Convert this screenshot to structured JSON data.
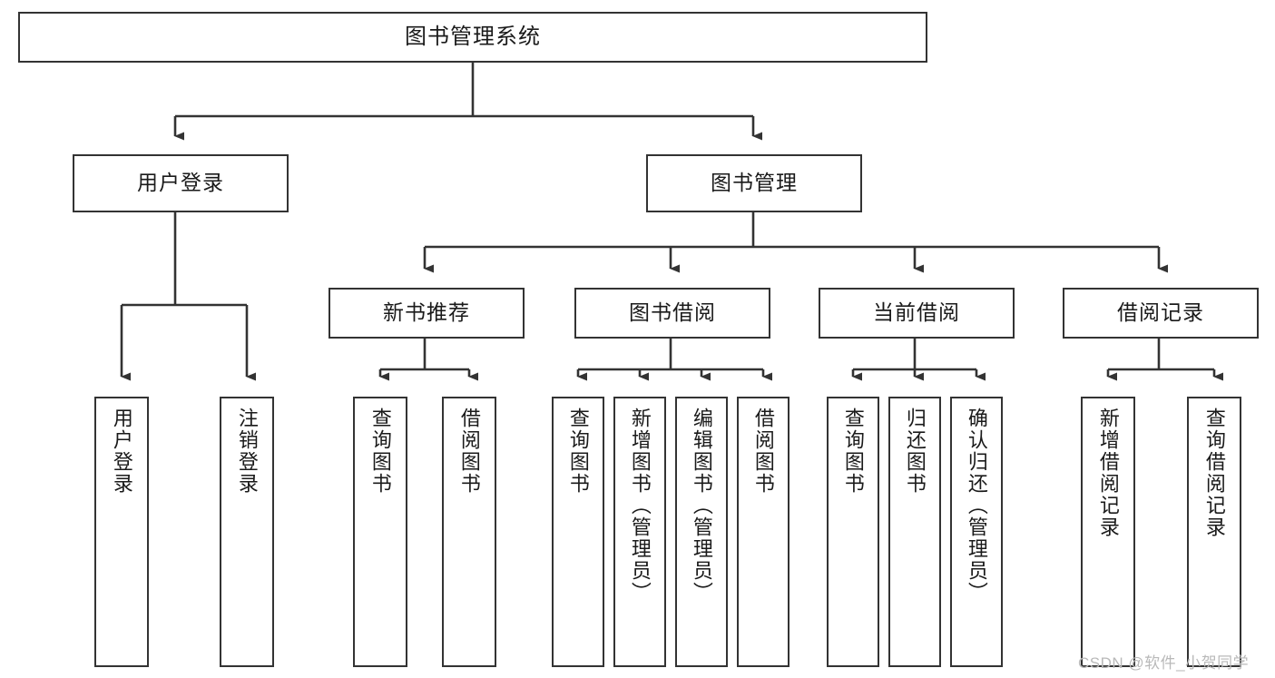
{
  "diagram": {
    "title": "图书管理系统",
    "type": "function-structure-tree",
    "orientation": "top-down",
    "box_border_color": "#333333",
    "box_fill_color": "#ffffff",
    "text_color": "#1a1a1a",
    "watermark": "CSDN @软件_小贺同学"
  },
  "nodes": {
    "root": {
      "label": "图书管理系统",
      "level": 0
    },
    "level1": [
      {
        "id": "user-login",
        "label": "用户登录"
      },
      {
        "id": "book-management",
        "label": "图书管理"
      }
    ],
    "level2": [
      {
        "id": "new-book-recommend",
        "label": "新书推荐",
        "parent": "book-management"
      },
      {
        "id": "book-borrow",
        "label": "图书借阅",
        "parent": "book-management"
      },
      {
        "id": "current-borrow",
        "label": "当前借阅",
        "parent": "book-management"
      },
      {
        "id": "borrow-record",
        "label": "借阅记录",
        "parent": "book-management"
      }
    ],
    "leaves": {
      "user-login": [
        {
          "id": "leaf-user-login",
          "label": "用户登录"
        },
        {
          "id": "leaf-user-logout",
          "label": "注销登录"
        }
      ],
      "new-book-recommend": [
        {
          "id": "leaf-query-book-1",
          "label": "查询图书"
        },
        {
          "id": "leaf-borrow-book-1",
          "label": "借阅图书"
        }
      ],
      "book-borrow": [
        {
          "id": "leaf-query-book-2",
          "label": "查询图书"
        },
        {
          "id": "leaf-add-book",
          "label": "新增图书（管理员）"
        },
        {
          "id": "leaf-edit-book",
          "label": "编辑图书（管理员）"
        },
        {
          "id": "leaf-borrow-book-2",
          "label": "借阅图书"
        }
      ],
      "current-borrow": [
        {
          "id": "leaf-query-book-3",
          "label": "查询图书"
        },
        {
          "id": "leaf-return-book",
          "label": "归还图书"
        },
        {
          "id": "leaf-confirm-return",
          "label": "确认归还（管理员）"
        }
      ],
      "borrow-record": [
        {
          "id": "leaf-add-record",
          "label": "新增借阅记录"
        },
        {
          "id": "leaf-query-record",
          "label": "查询借阅记录"
        }
      ]
    }
  }
}
